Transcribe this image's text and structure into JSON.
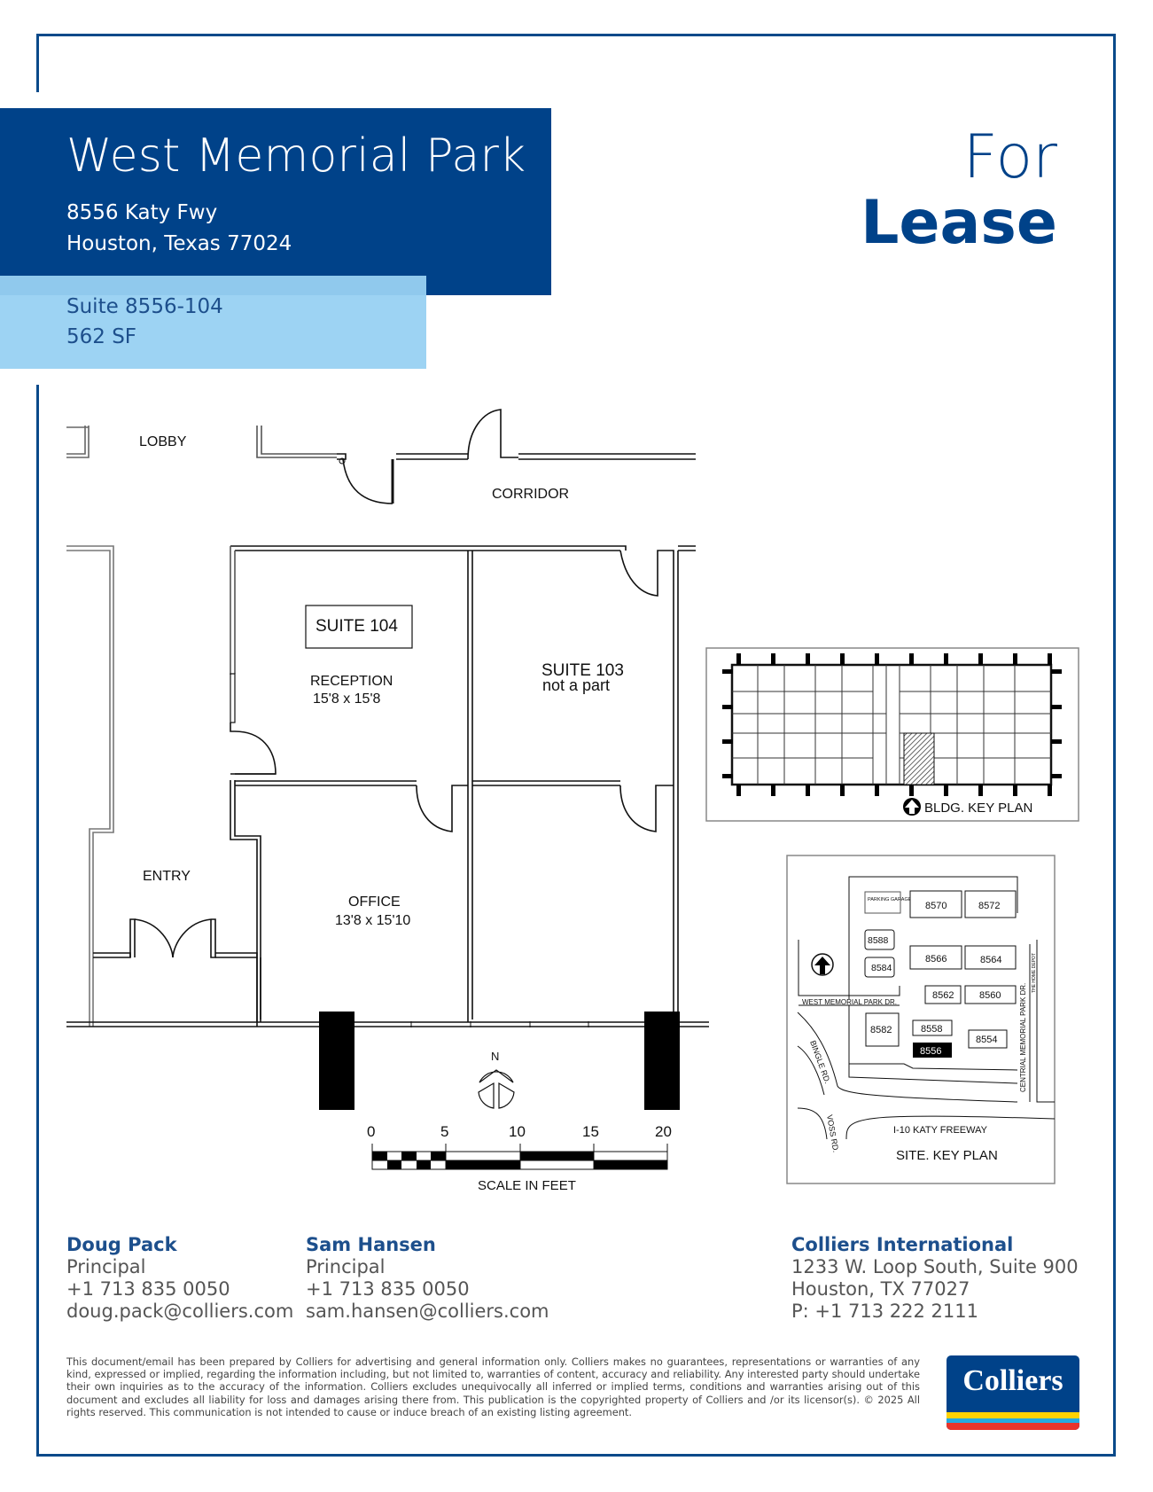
{
  "header": {
    "property_name": "West Memorial Park",
    "address_line1": "8556 Katy Fwy",
    "address_line2": "Houston, Texas 77024",
    "suite": "Suite 8556-104",
    "size": "562 SF",
    "listing_type_line1": "For",
    "listing_type_line2": "Lease"
  },
  "colors": {
    "brand_dark_blue": "#004289",
    "brand_light_blue": "#9dd3f3",
    "border_blue": "#0a4a8a",
    "logo_yellow": "#ffd200",
    "logo_cyan": "#25a9e0",
    "logo_red": "#e8342b"
  },
  "floor_plan": {
    "labels": {
      "lobby": "LOBBY",
      "corridor": "CORRIDOR",
      "entry": "ENTRY",
      "suite_104": "SUITE 104",
      "reception": "RECEPTION",
      "reception_dims": "15'8 x 15'8",
      "office": "OFFICE",
      "office_dims": "13'8 x 15'10",
      "suite_103": "SUITE 103",
      "suite_103_note": "not a part",
      "north": "N"
    },
    "scale": {
      "ticks": [
        "0",
        "5",
        "10",
        "15",
        "20"
      ],
      "caption": "SCALE IN FEET"
    }
  },
  "building_key_plan": {
    "caption": "BLDG. KEY PLAN"
  },
  "site_key_plan": {
    "caption": "SITE. KEY PLAN",
    "parking": "PARKING GARAGE",
    "buildings": [
      "8570",
      "8572",
      "8588",
      "8584",
      "8566",
      "8564",
      "8562",
      "8560",
      "8582",
      "8558",
      "8556",
      "8554"
    ],
    "highlighted_building": "8556",
    "roads": {
      "west_memorial": "WEST MEMORIAL PARK DR.",
      "central_memorial": "CENTRIAL MEMORIAL PARK DR.",
      "bingle": "BINGLE RD.",
      "voss": "VOSS RD.",
      "freeway": "I-10 KATY FREEWAY",
      "home_depot": "THE HOME DEPOT"
    }
  },
  "contacts": [
    {
      "name": "Doug Pack",
      "title": "Principal",
      "phone": "+1 713 835 0050",
      "email": "doug.pack@colliers.com"
    },
    {
      "name": "Sam Hansen",
      "title": "Principal",
      "phone": "+1 713 835 0050",
      "email": "sam.hansen@colliers.com"
    }
  ],
  "company": {
    "name": "Colliers International",
    "address_line1": "1233 W. Loop South, Suite 900",
    "address_line2": "Houston, TX 77027",
    "phone": "P: +1 713 222 2111"
  },
  "disclaimer": "This document/email has been prepared by Colliers for advertising and general information only. Colliers makes no guarantees, representations or warranties of any kind, expressed or implied, regarding the information including, but not limited to, warranties of content, accuracy and reliability. Any interested party should undertake their own inquiries as to the accuracy of the information. Colliers excludes unequivocally all inferred or implied terms, conditions and warranties arising out of this document and excludes all liability for loss and damages arising there from. This publication is the copyrighted property of Colliers and /or its licensor(s). © 2025 All rights reserved. This communication is not intended to cause or induce breach of an existing listing agreement.",
  "logo": {
    "text": "Colliers"
  }
}
